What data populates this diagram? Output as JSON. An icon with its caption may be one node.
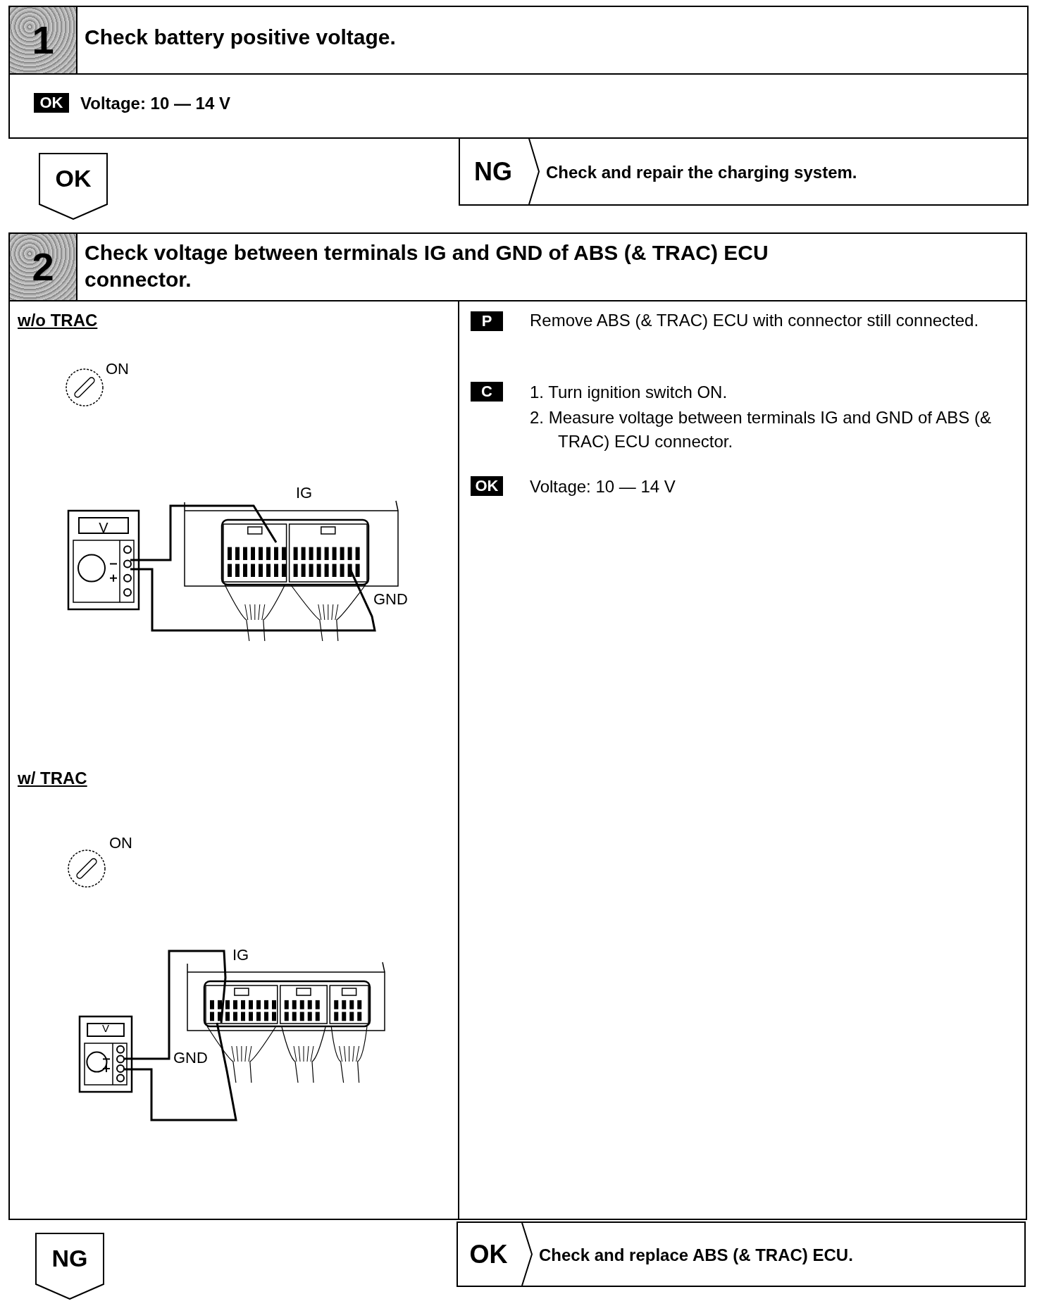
{
  "diagram": {
    "nodes": [
      {
        "text": [
          "1",
          "Check battery positive voltage.",
          "Voltage: 10 — 14 V"
        ]
      },
      {
        "text": [
          "OK"
        ],
        "in": 0
      },
      {
        "text": [
          "OK"
        ]
      },
      {
        "text": [
          "NG",
          "Check and repair the charging system."
        ]
      },
      {
        "text": [
          "2",
          "Check voltage between terminals IG and GND of ABS (& TRAC) ECU connector."
        ]
      },
      {
        "text": [
          "P"
        ],
        "in": 4
      },
      {
        "text": [
          "C"
        ],
        "in": 4
      },
      {
        "text": [
          "OK"
        ],
        "in": 4
      },
      {
        "text": [
          "NG"
        ]
      },
      {
        "text": [
          "OK",
          "Check and replace ABS (& TRAC) ECU."
        ]
      }
    ],
    "labels": [
      "w/o TRAC",
      "ON",
      "V",
      "IG",
      "GND",
      "w/ TRAC",
      "ON",
      "V",
      "IG",
      "GND",
      "Remove ABS (& TRAC) ECU with connector still connected.",
      "1. Turn ignition switch ON.",
      "2. Measure voltage between terminals IG and GND of ABS (& TRAC) ECU connector.",
      "Voltage: 10 — 14 V"
    ]
  }
}
